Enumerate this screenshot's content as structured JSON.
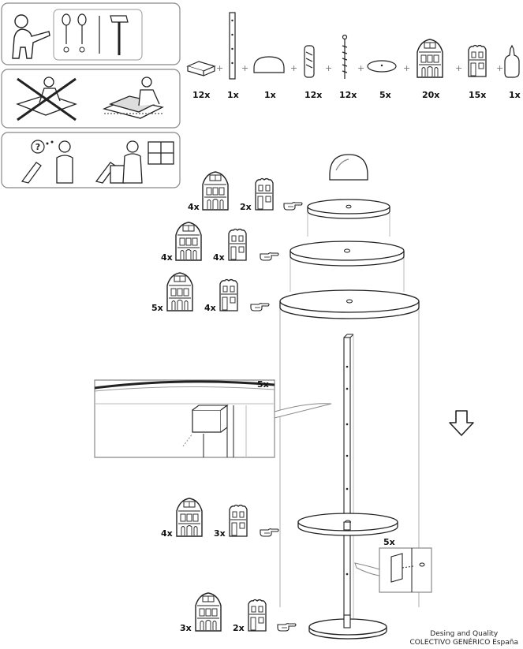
{
  "parts": {
    "plus": "+",
    "counts": [
      "12x",
      "1x",
      "1x",
      "12x",
      "12x",
      "5x",
      "20x",
      "15x",
      "1x"
    ]
  },
  "callouts": {
    "tier1": {
      "big": "4x",
      "small": "2x"
    },
    "tier2": {
      "big": "4x",
      "small": "4x"
    },
    "tier3": {
      "big": "5x",
      "small": "4x"
    },
    "tier4": {
      "big": "4x",
      "small": "3x"
    },
    "tier5": {
      "big": "3x",
      "small": "2x"
    }
  },
  "detail": {
    "left_count": "5x",
    "right_count": "5x"
  },
  "help_panel": {
    "question_mark": "?"
  },
  "credit": {
    "line1": "Desing and Quality",
    "line2": "COLECTIVO GENÉRICO España"
  },
  "icons": [
    "person-pointing-icon",
    "tools-icon",
    "no-hard-floor-icon",
    "soft-surface-icon",
    "question-icon",
    "ask-help-icon",
    "down-arrow-icon",
    "pointing-hand-icon"
  ]
}
